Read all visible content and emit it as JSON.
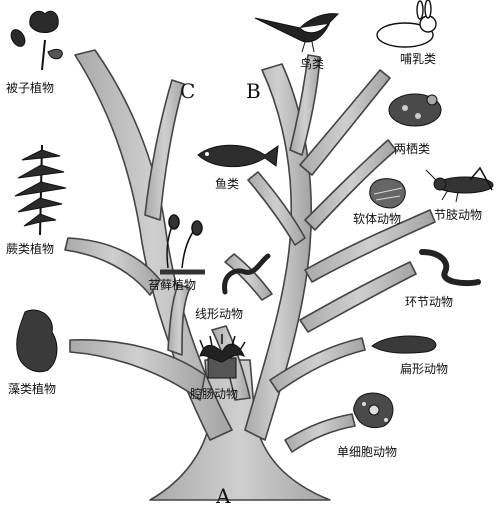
{
  "points": {
    "root": "A",
    "animal": "B",
    "plant": "C"
  },
  "plants": {
    "angiosperm": "被子植物",
    "fern": "蕨类植物",
    "moss": "苔藓植物",
    "algae": "藻类植物"
  },
  "animals": {
    "bird": "鸟类",
    "mammal": "哺乳类",
    "amphibian": "两栖类",
    "fish": "鱼类",
    "mollusk": "软体动物",
    "arthropod": "节肢动物",
    "annelid": "环节动物",
    "nematode": "线形动物",
    "flatworm": "扁形动物",
    "cnidarian": "腔肠动物",
    "protozoa": "单细胞动物"
  },
  "colors": {
    "tree_fill": "#b9b9b9",
    "tree_stroke": "#444444",
    "ink": "#222222"
  }
}
